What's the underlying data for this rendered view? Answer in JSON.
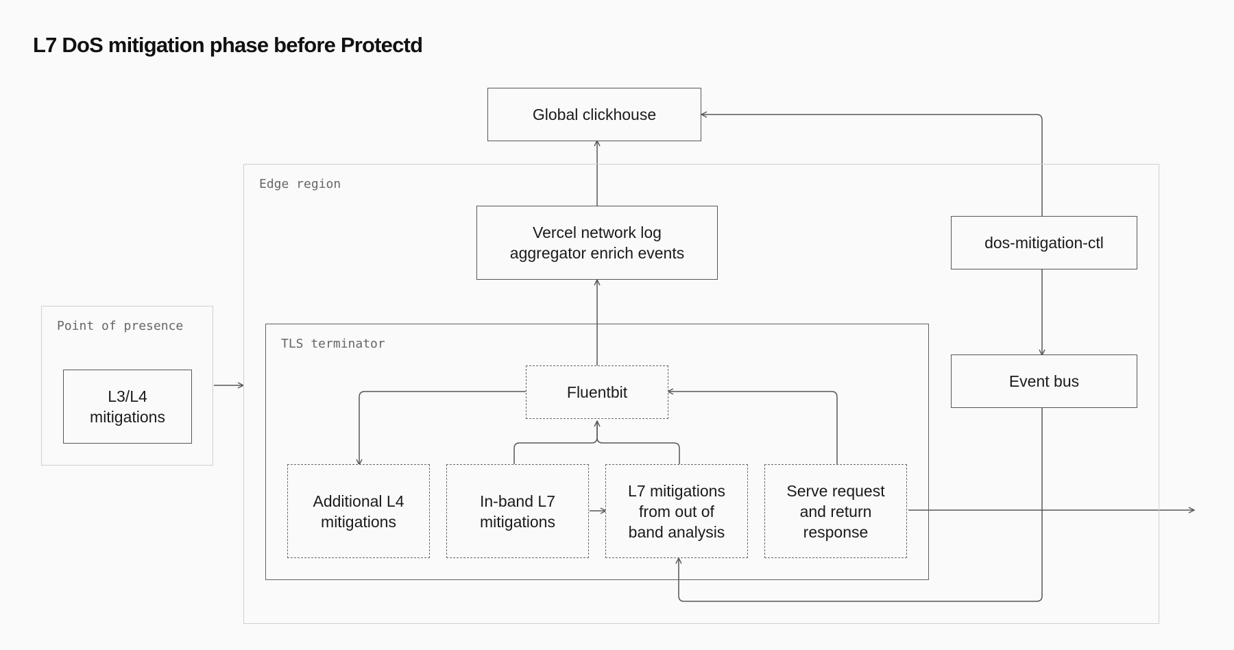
{
  "title": "L7 DoS mitigation phase before Protectd",
  "regions": {
    "point_of_presence": "Point of presence",
    "edge_region": "Edge region",
    "tls_terminator": "TLS terminator"
  },
  "nodes": {
    "global_clickhouse": "Global clickhouse",
    "log_aggregator": "Vercel network log\naggregator enrich events",
    "dos_mitigation_ctl": "dos-mitigation-ctl",
    "event_bus": "Event bus",
    "l3_l4_mitigations": "L3/L4\nmitigations",
    "fluentbit": "Fluentbit",
    "additional_l4": "Additional L4\nmitigations",
    "inband_l7": "In-band L7\nmitigations",
    "l7_out_of_band": "L7 mitigations\nfrom out of\nband analysis",
    "serve_request": "Serve request\nand return\nresponse"
  },
  "colors": {
    "background": "#fafafa",
    "region_border": "#cfcfcf",
    "box_border": "#555555",
    "wire": "#555555"
  }
}
